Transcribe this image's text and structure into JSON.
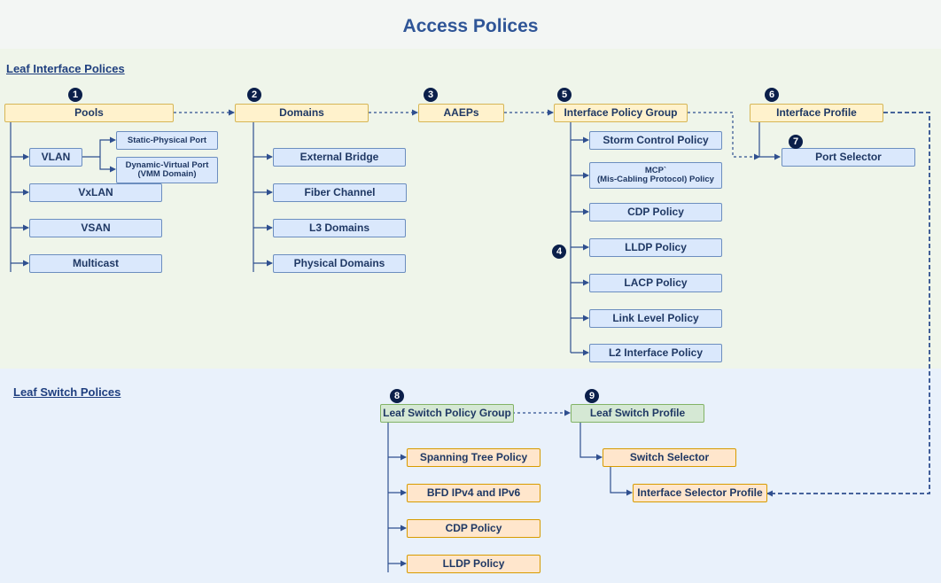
{
  "title": "Access Polices",
  "sections": {
    "leaf_interface": "Leaf Interface Polices",
    "leaf_switch": "Leaf Switch Polices"
  },
  "badges": [
    "1",
    "2",
    "3",
    "4",
    "5",
    "6",
    "7",
    "8",
    "9"
  ],
  "nodes": {
    "pools": "Pools",
    "domains": "Domains",
    "aaeps": "AAEPs",
    "interface_policy_group": "Interface Policy Group",
    "interface_profile": "Interface Profile",
    "vlan": "VLAN",
    "static_physical_port": "Static-Physical Port",
    "dynamic_virtual_port_l1": "Dynamic-Virtual Port",
    "dynamic_virtual_port_l2": "(VMM Domain)",
    "vxlan": "VxLAN",
    "vsan": "VSAN",
    "multicast": "Multicast",
    "external_bridge": "External Bridge",
    "fiber_channel": "Fiber Channel",
    "l3_domains": "L3 Domains",
    "physical_domains": "Physical Domains",
    "storm_control_policy": "Storm Control Policy",
    "mcp_l1": "MCP`",
    "mcp_l2": "(Mis-Cabling Protocol) Policy",
    "cdp_policy": "CDP Policy",
    "lldp_policy": "LLDP Policy",
    "lacp_policy": "LACP Policy",
    "link_level_policy": "Link Level Policy",
    "l2_interface_policy": "L2 Interface Policy",
    "port_selector": "Port Selector",
    "leaf_switch_policy_group": "Leaf Switch Policy Group",
    "leaf_switch_profile": "Leaf Switch Profile",
    "spanning_tree_policy": "Spanning Tree Policy",
    "bfd_ipv4_ipv6": "BFD IPv4 and IPv6",
    "switch_cdp_policy": "CDP Policy",
    "switch_lldp_policy": "LLDP Policy",
    "switch_selector": "Switch Selector",
    "interface_selector_profile": "Interface Selector Profile"
  },
  "colors": {
    "title": "#2f5597",
    "connector": "#2f4f8f",
    "yellow_fill": "#fff2cc",
    "blue_fill": "#dae8fc",
    "green_fill": "#d5e8d4",
    "orange_fill": "#ffe6cc"
  }
}
